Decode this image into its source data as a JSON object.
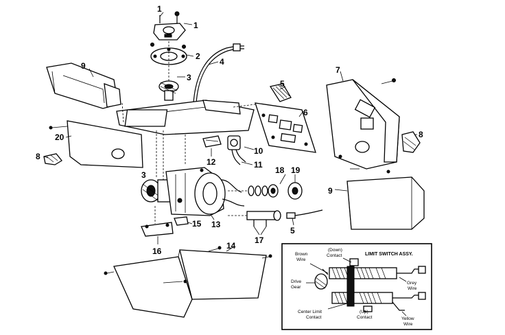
{
  "callouts": {
    "c1a": "1",
    "c1b": "1",
    "c2": "2",
    "c3a": "3",
    "c3b": "3",
    "c4": "4",
    "c5a": "5",
    "c5b": "5",
    "c6": "6",
    "c7": "7",
    "c8a": "8",
    "c8b": "8",
    "c9a": "9",
    "c9b": "9",
    "c10": "10",
    "c11": "11",
    "c12": "12",
    "c13": "13",
    "c14": "14",
    "c15": "15",
    "c16": "16",
    "c17": "17",
    "c18": "18",
    "c19": "19",
    "c20": "20"
  },
  "inset": {
    "title": "LIMIT SWITCH ASSY.",
    "down_contact_1": "(Down)",
    "down_contact_2": "Contact",
    "brown_wire_1": "Brown",
    "brown_wire_2": "Wire",
    "drive_gear_1": "Drive",
    "drive_gear_2": "Gear",
    "grey_wire_1": "Grey",
    "grey_wire_2": "Wire",
    "center_limit_1": "Center Limit",
    "center_limit_2": "Contact",
    "up_contact_1": "(Up)",
    "up_contact_2": "Contact",
    "yellow_wire_1": "Yellow",
    "yellow_wire_2": "Wire"
  }
}
